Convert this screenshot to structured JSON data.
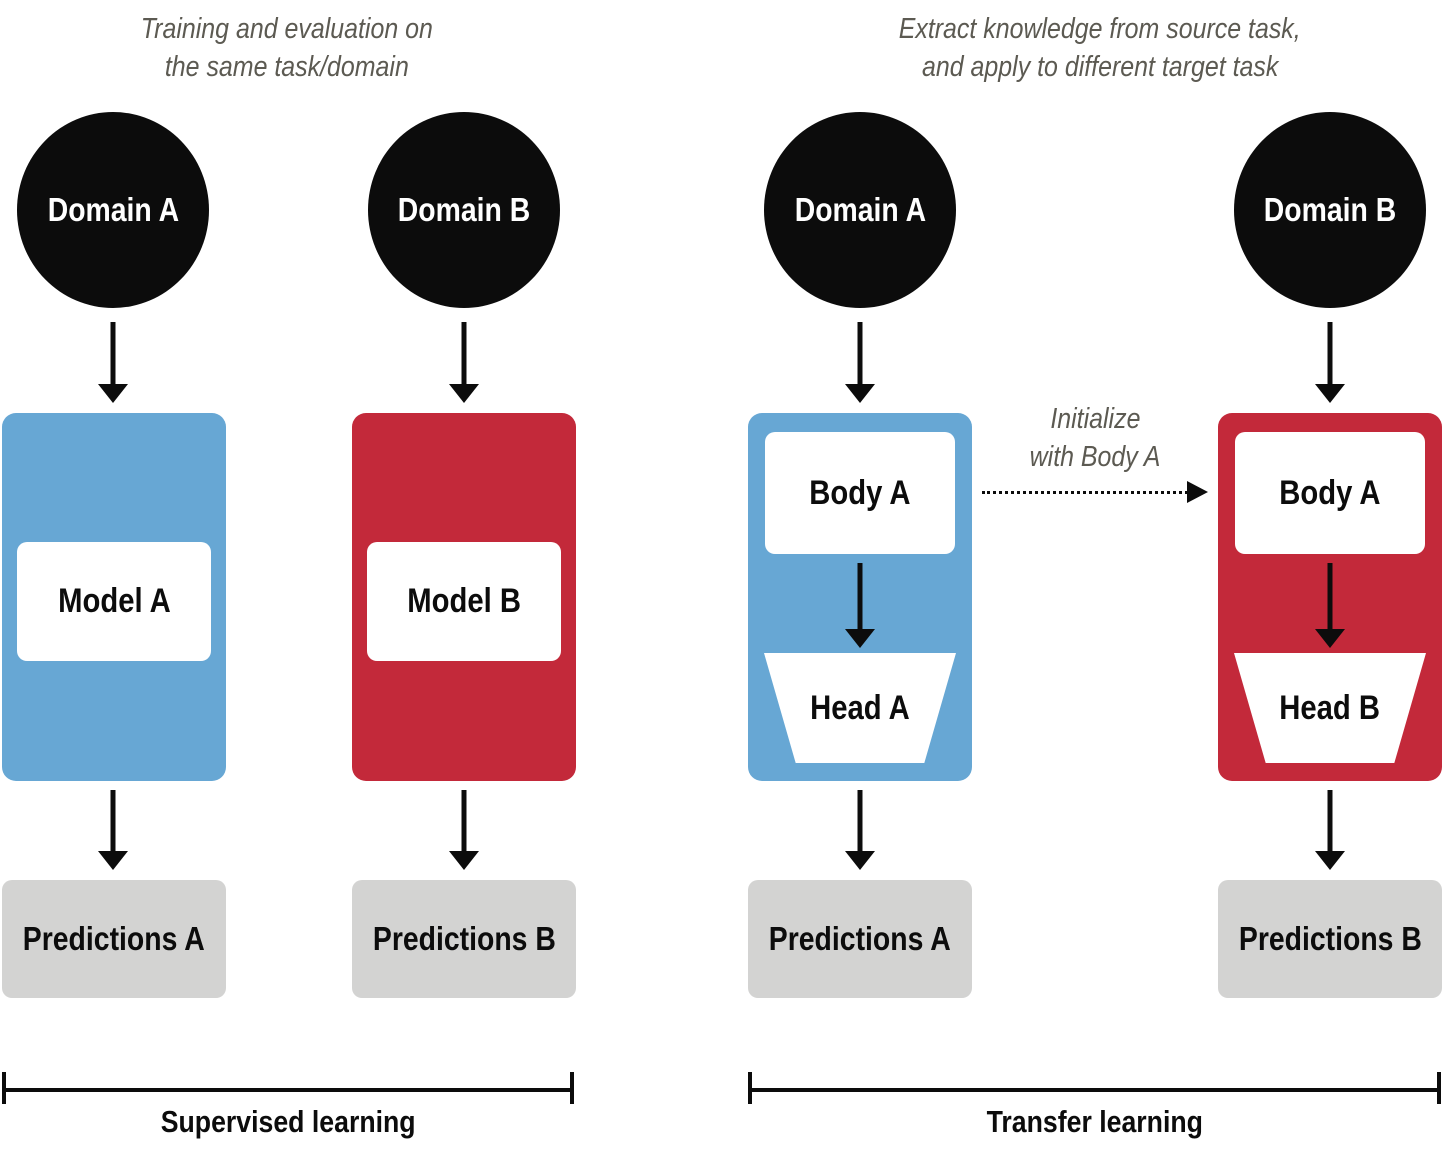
{
  "colors": {
    "node": "#0c0c0c",
    "blue": "#67a7d4",
    "red": "#c3293a",
    "gray_box": "#d3d3d2",
    "caption": "#5c5a52"
  },
  "captions": {
    "supervised": [
      "Training and evaluation on",
      "the same task/domain"
    ],
    "transfer": [
      "Extract knowledge from source task,",
      "and apply to  different target task"
    ],
    "initialize": [
      "Initialize",
      "with Body A"
    ]
  },
  "supervised": {
    "domain_a": "Domain A",
    "domain_b": "Domain B",
    "model_a": "Model A",
    "model_b": "Model B",
    "predictions_a": "Predictions A",
    "predictions_b": "Predictions B",
    "label": "Supervised learning"
  },
  "transfer": {
    "domain_a": "Domain A",
    "domain_b": "Domain B",
    "body_a": "Body A",
    "head_a": "Head A",
    "body_a_transferred": "Body A",
    "head_b": "Head B",
    "predictions_a": "Predictions A",
    "predictions_b": "Predictions B",
    "label": "Transfer learning"
  }
}
